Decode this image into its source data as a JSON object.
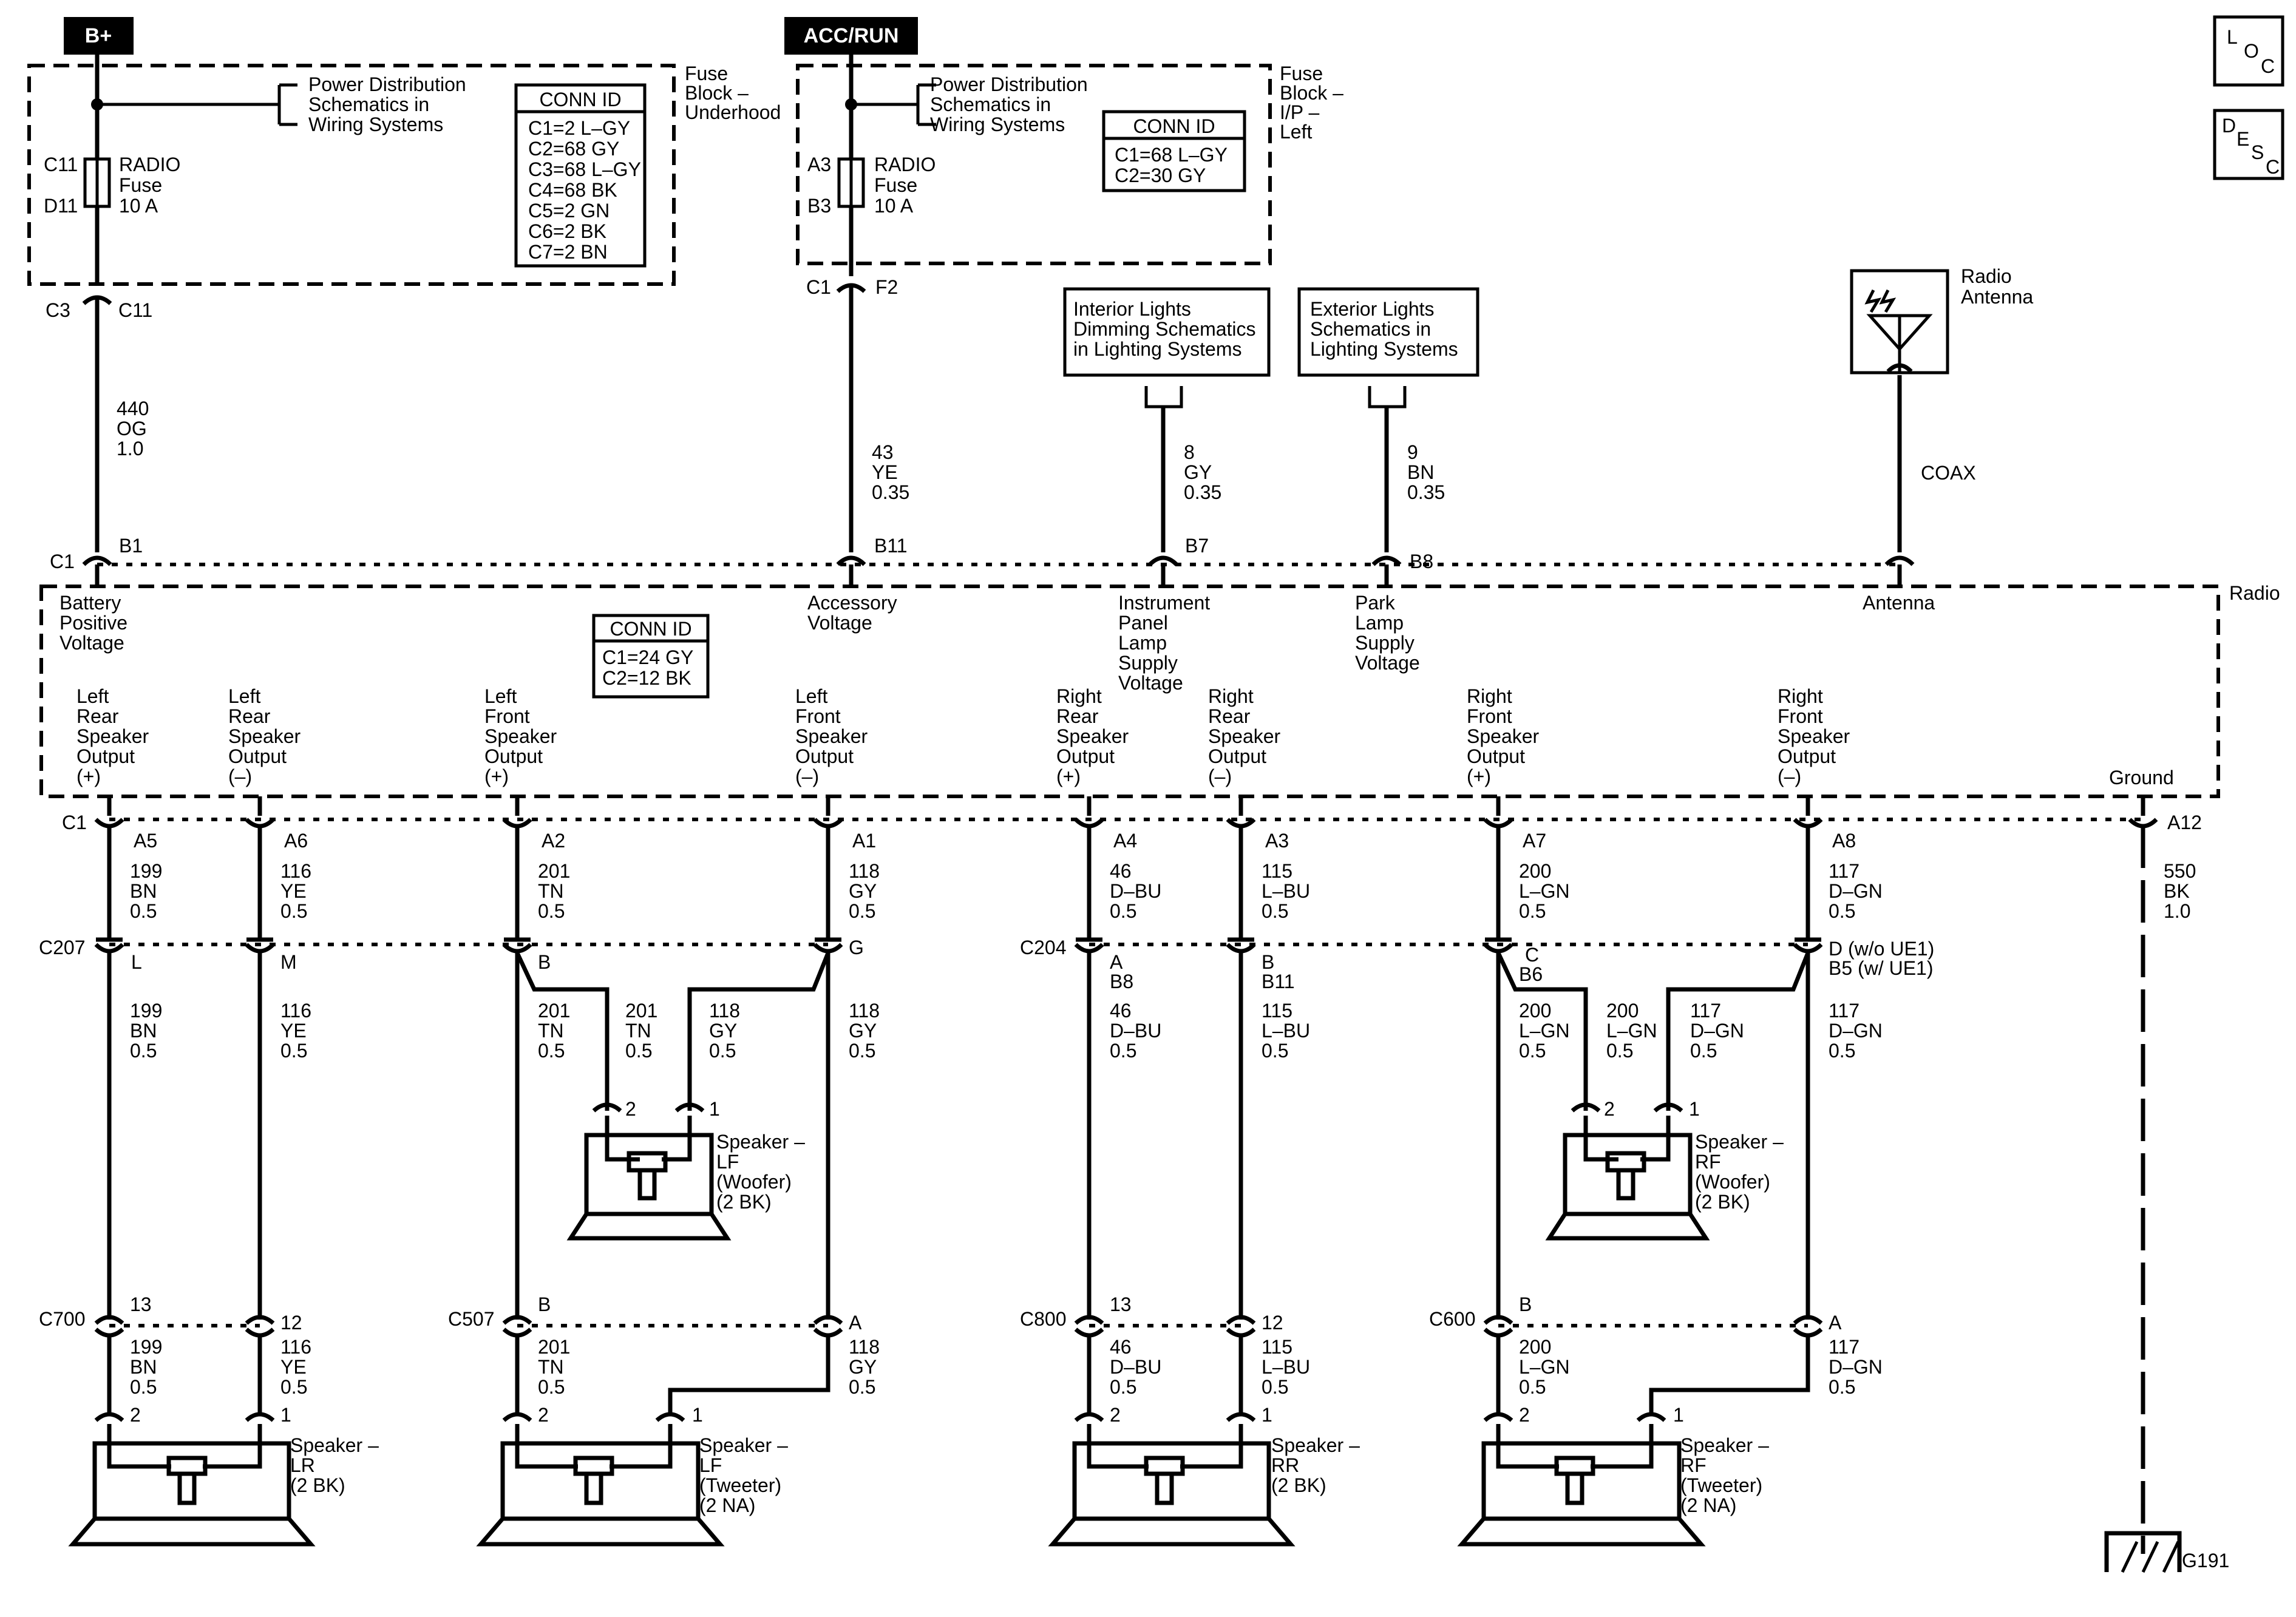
{
  "power": {
    "bplus": "B+",
    "accrun": "ACC/RUN"
  },
  "badges": {
    "loc": [
      "L",
      "O",
      "C"
    ],
    "desc": [
      "D",
      "E",
      "S",
      "C"
    ]
  },
  "underhood": {
    "title": [
      "Fuse",
      "Block –",
      "Underhood"
    ],
    "pds": [
      "Power Distribution",
      "Schematics in",
      "Wiring Systems"
    ],
    "fuse": [
      "RADIO",
      "Fuse",
      "10 A"
    ],
    "fuse_top": "C11",
    "fuse_bot": "D11",
    "conn_title": "CONN ID",
    "conn": [
      "C1=2 L–GY",
      "C2=68 GY",
      "C3=68 L–GY",
      "C4=68 BK",
      "C5=2 GN",
      "C6=2 BK",
      "C7=2 BN"
    ],
    "c_left": "C3",
    "c_right": "C11"
  },
  "ip": {
    "title": [
      "Fuse",
      "Block –",
      "I/P –",
      "Left"
    ],
    "pds": [
      "Power Distribution",
      "Schematics in",
      "Wiring Systems"
    ],
    "fuse": [
      "RADIO",
      "Fuse",
      "10 A"
    ],
    "fuse_top": "A3",
    "fuse_bot": "B3",
    "conn_title": "CONN ID",
    "conn": [
      "C1=68 L–GY",
      "C2=30 GY"
    ],
    "c_left": "C1",
    "c_right": "F2"
  },
  "interior": [
    "Interior Lights",
    "Dimming Schematics",
    "in Lighting Systems"
  ],
  "exterior": [
    "Exterior Lights",
    "Schematics in",
    "Lighting Systems"
  ],
  "antenna": {
    "label": [
      "Radio",
      "Antenna"
    ],
    "coax": "COAX"
  },
  "upper_wires": {
    "w440": [
      "440",
      "OG",
      "1.0"
    ],
    "w43": [
      "43",
      "YE",
      "0.35"
    ],
    "w8": [
      "8",
      "GY",
      "0.35"
    ],
    "w9": [
      "9",
      "BN",
      "0.35"
    ]
  },
  "radio": {
    "title": "Radio",
    "conn_title": "CONN ID",
    "conn": [
      "C1=24 GY",
      "C2=12 BK"
    ],
    "pins_top": {
      "c1": "C1",
      "b1": "B1",
      "b11": "B11",
      "b7": "B7",
      "b8": "B8"
    },
    "inputs": {
      "battery": [
        "Battery",
        "Positive",
        "Voltage"
      ],
      "accessory": [
        "Accessory",
        "Voltage"
      ],
      "ipl": [
        "Instrument",
        "Panel",
        "Lamp",
        "Supply",
        "Voltage"
      ],
      "park": [
        "Park",
        "Lamp",
        "Supply",
        "Voltage"
      ],
      "antenna": "Antenna"
    },
    "outputs": [
      [
        "Left",
        "Rear",
        "Speaker",
        "Output",
        "(+)"
      ],
      [
        "Left",
        "Rear",
        "Speaker",
        "Output",
        "(–)"
      ],
      [
        "Left",
        "Front",
        "Speaker",
        "Output",
        "(+)"
      ],
      [
        "Left",
        "Front",
        "Speaker",
        "Output",
        "(–)"
      ],
      [
        "Right",
        "Rear",
        "Speaker",
        "Output",
        "(+)"
      ],
      [
        "Right",
        "Rear",
        "Speaker",
        "Output",
        "(–)"
      ],
      [
        "Right",
        "Front",
        "Speaker",
        "Output",
        "(+)"
      ],
      [
        "Right",
        "Front",
        "Speaker",
        "Output",
        "(–)"
      ]
    ],
    "ground": "Ground",
    "c1": "C1",
    "pins_bottom": [
      "A5",
      "A6",
      "A2",
      "A1",
      "A4",
      "A3",
      "A7",
      "A8",
      "A12"
    ]
  },
  "radio_wires": [
    [
      "199",
      "BN",
      "0.5"
    ],
    [
      "116",
      "YE",
      "0.5"
    ],
    [
      "201",
      "TN",
      "0.5"
    ],
    [
      "118",
      "GY",
      "0.5"
    ],
    [
      "46",
      "D–BU",
      "0.5"
    ],
    [
      "115",
      "L–BU",
      "0.5"
    ],
    [
      "200",
      "L–GN",
      "0.5"
    ],
    [
      "117",
      "D–GN",
      "0.5"
    ],
    [
      "550",
      "BK",
      "1.0"
    ]
  ],
  "c207": {
    "name": "C207",
    "pins": [
      "L",
      "M",
      "B",
      "G"
    ]
  },
  "c204": {
    "name": "C204",
    "pins": [
      "A",
      "B8",
      "B",
      "B11"
    ]
  },
  "c204r": {
    "c": "C",
    "b6": "B6",
    "d": "D (w/o UE1)",
    "b5": "B5 (w/ UE1)"
  },
  "mid_wires": [
    [
      "199",
      "BN",
      "0.5"
    ],
    [
      "116",
      "YE",
      "0.5"
    ],
    [
      "201",
      "TN",
      "0.5"
    ],
    [
      "201",
      "TN",
      "0.5"
    ],
    [
      "118",
      "GY",
      "0.5"
    ],
    [
      "118",
      "GY",
      "0.5"
    ],
    [
      "46",
      "D–BU",
      "0.5"
    ],
    [
      "115",
      "L–BU",
      "0.5"
    ],
    [
      "200",
      "L–GN",
      "0.5"
    ],
    [
      "200",
      "L–GN",
      "0.5"
    ],
    [
      "117",
      "D–GN",
      "0.5"
    ],
    [
      "117",
      "D–GN",
      "0.5"
    ]
  ],
  "woofers": {
    "lf": [
      "Speaker –",
      "LF",
      "(Woofer)",
      "(2 BK)"
    ],
    "rf": [
      "Speaker –",
      "RF",
      "(Woofer)",
      "(2 BK)"
    ],
    "pin2": "2",
    "pin1": "1"
  },
  "lower_conns": [
    {
      "name": "C700",
      "a": "13",
      "b": "12"
    },
    {
      "name": "C507",
      "a": "B",
      "b": "A"
    },
    {
      "name": "C800",
      "a": "13",
      "b": "12"
    },
    {
      "name": "C600",
      "a": "B",
      "b": "A"
    }
  ],
  "lower_wires": [
    [
      "199",
      "BN",
      "0.5"
    ],
    [
      "116",
      "YE",
      "0.5"
    ],
    [
      "201",
      "TN",
      "0.5"
    ],
    [
      "118",
      "GY",
      "0.5"
    ],
    [
      "46",
      "D–BU",
      "0.5"
    ],
    [
      "115",
      "L–BU",
      "0.5"
    ],
    [
      "200",
      "L–GN",
      "0.5"
    ],
    [
      "117",
      "D–GN",
      "0.5"
    ]
  ],
  "speakers": [
    [
      "Speaker –",
      "LR",
      "(2 BK)"
    ],
    [
      "Speaker –",
      "LF",
      "(Tweeter)",
      "(2 NA)"
    ],
    [
      "Speaker –",
      "RR",
      "(2 BK)"
    ],
    [
      "Speaker –",
      "RF",
      "(Tweeter)",
      "(2 NA)"
    ]
  ],
  "ground": {
    "name": "G191"
  }
}
